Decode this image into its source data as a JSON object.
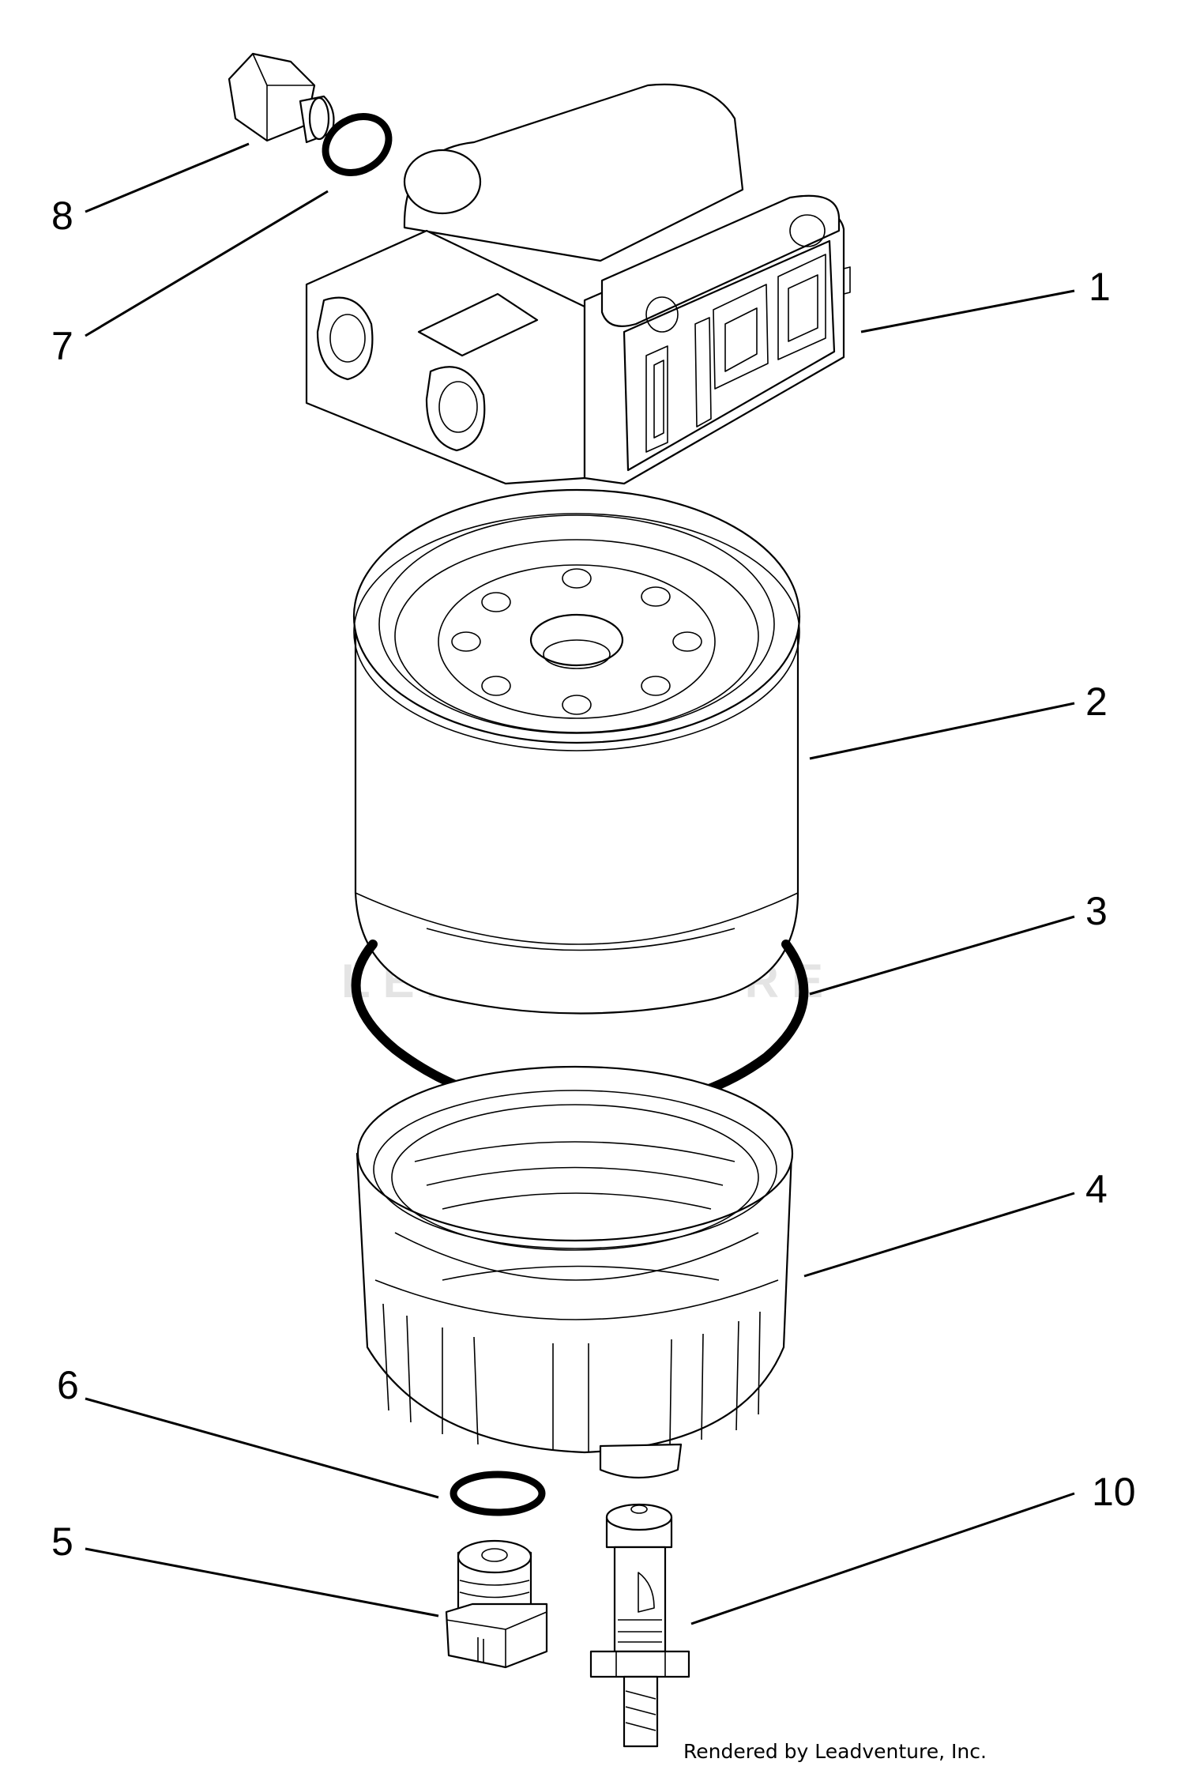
{
  "diagram": {
    "callouts": [
      {
        "id": "1",
        "label": "1"
      },
      {
        "id": "2",
        "label": "2"
      },
      {
        "id": "3",
        "label": "3"
      },
      {
        "id": "4",
        "label": "4"
      },
      {
        "id": "5",
        "label": "5"
      },
      {
        "id": "6",
        "label": "6"
      },
      {
        "id": "7",
        "label": "7"
      },
      {
        "id": "8",
        "label": "8"
      },
      {
        "id": "10",
        "label": "10"
      }
    ],
    "credit": "Rendered by Leadventure, Inc.",
    "watermark": "LEADVENTURE"
  }
}
